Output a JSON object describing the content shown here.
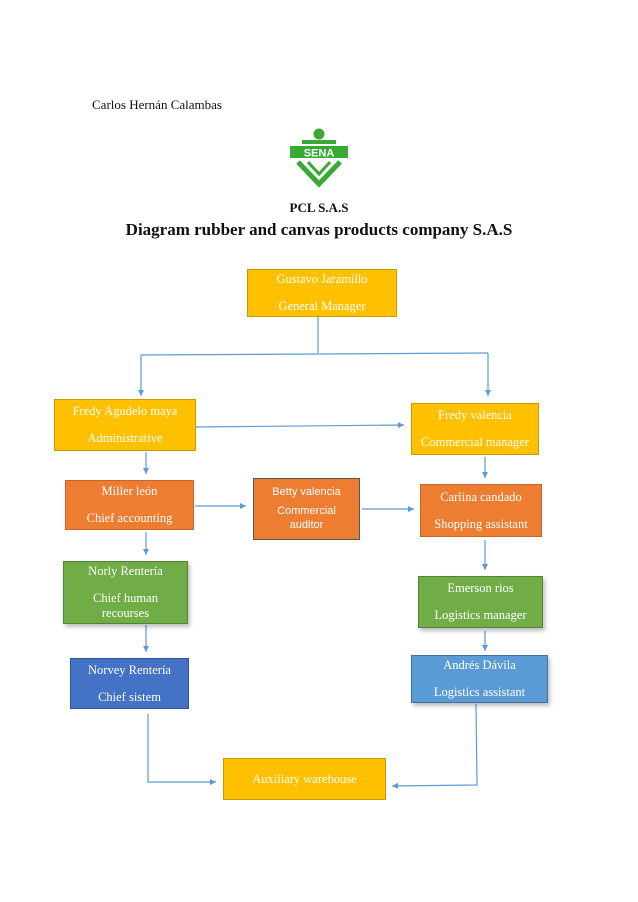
{
  "header": {
    "author": "Carlos Hernán Calambas",
    "logo_text": "SENA",
    "company": "PCL S.A.S",
    "title": "Diagram rubber and canvas products company S.A.S"
  },
  "nodes": {
    "general_manager": {
      "name": "Gustavo Jaramillo",
      "role": "General Manager"
    },
    "administrative": {
      "name": "Fredy Agudelo maya",
      "role": "Administrative"
    },
    "commercial_manager": {
      "name": "Fredy valencia",
      "role": "Commercial manager"
    },
    "chief_accounting": {
      "name": "Miller león",
      "role": "Chief accounting"
    },
    "commercial_auditor": {
      "name": "Betty valencia",
      "role_line1": "Commercial",
      "role_line2": "auditor"
    },
    "shopping_assistant": {
      "name": "Carlina candado",
      "role": "Shopping assistant"
    },
    "chief_human_resources": {
      "name": "Norly Rentería",
      "role_line1": "Chief human",
      "role_line2": "recourses"
    },
    "logistics_manager": {
      "name": "Emerson rios",
      "role": "Logistics manager"
    },
    "chief_system": {
      "name": "Norvey Rentería",
      "role": "Chief sistem"
    },
    "logistics_assistant": {
      "name": "Andrés Dávila",
      "role": "Logistics assistant"
    },
    "auxiliary_warehouse": {
      "name": "Auxiliary warehouse"
    }
  },
  "colors": {
    "yellow": "#ffc000",
    "orange": "#ed7d31",
    "green": "#70ad47",
    "blue": "#4472c4",
    "light_blue": "#5b9bd5",
    "connector": "#5b9bd5",
    "logo_green": "#39a935"
  }
}
